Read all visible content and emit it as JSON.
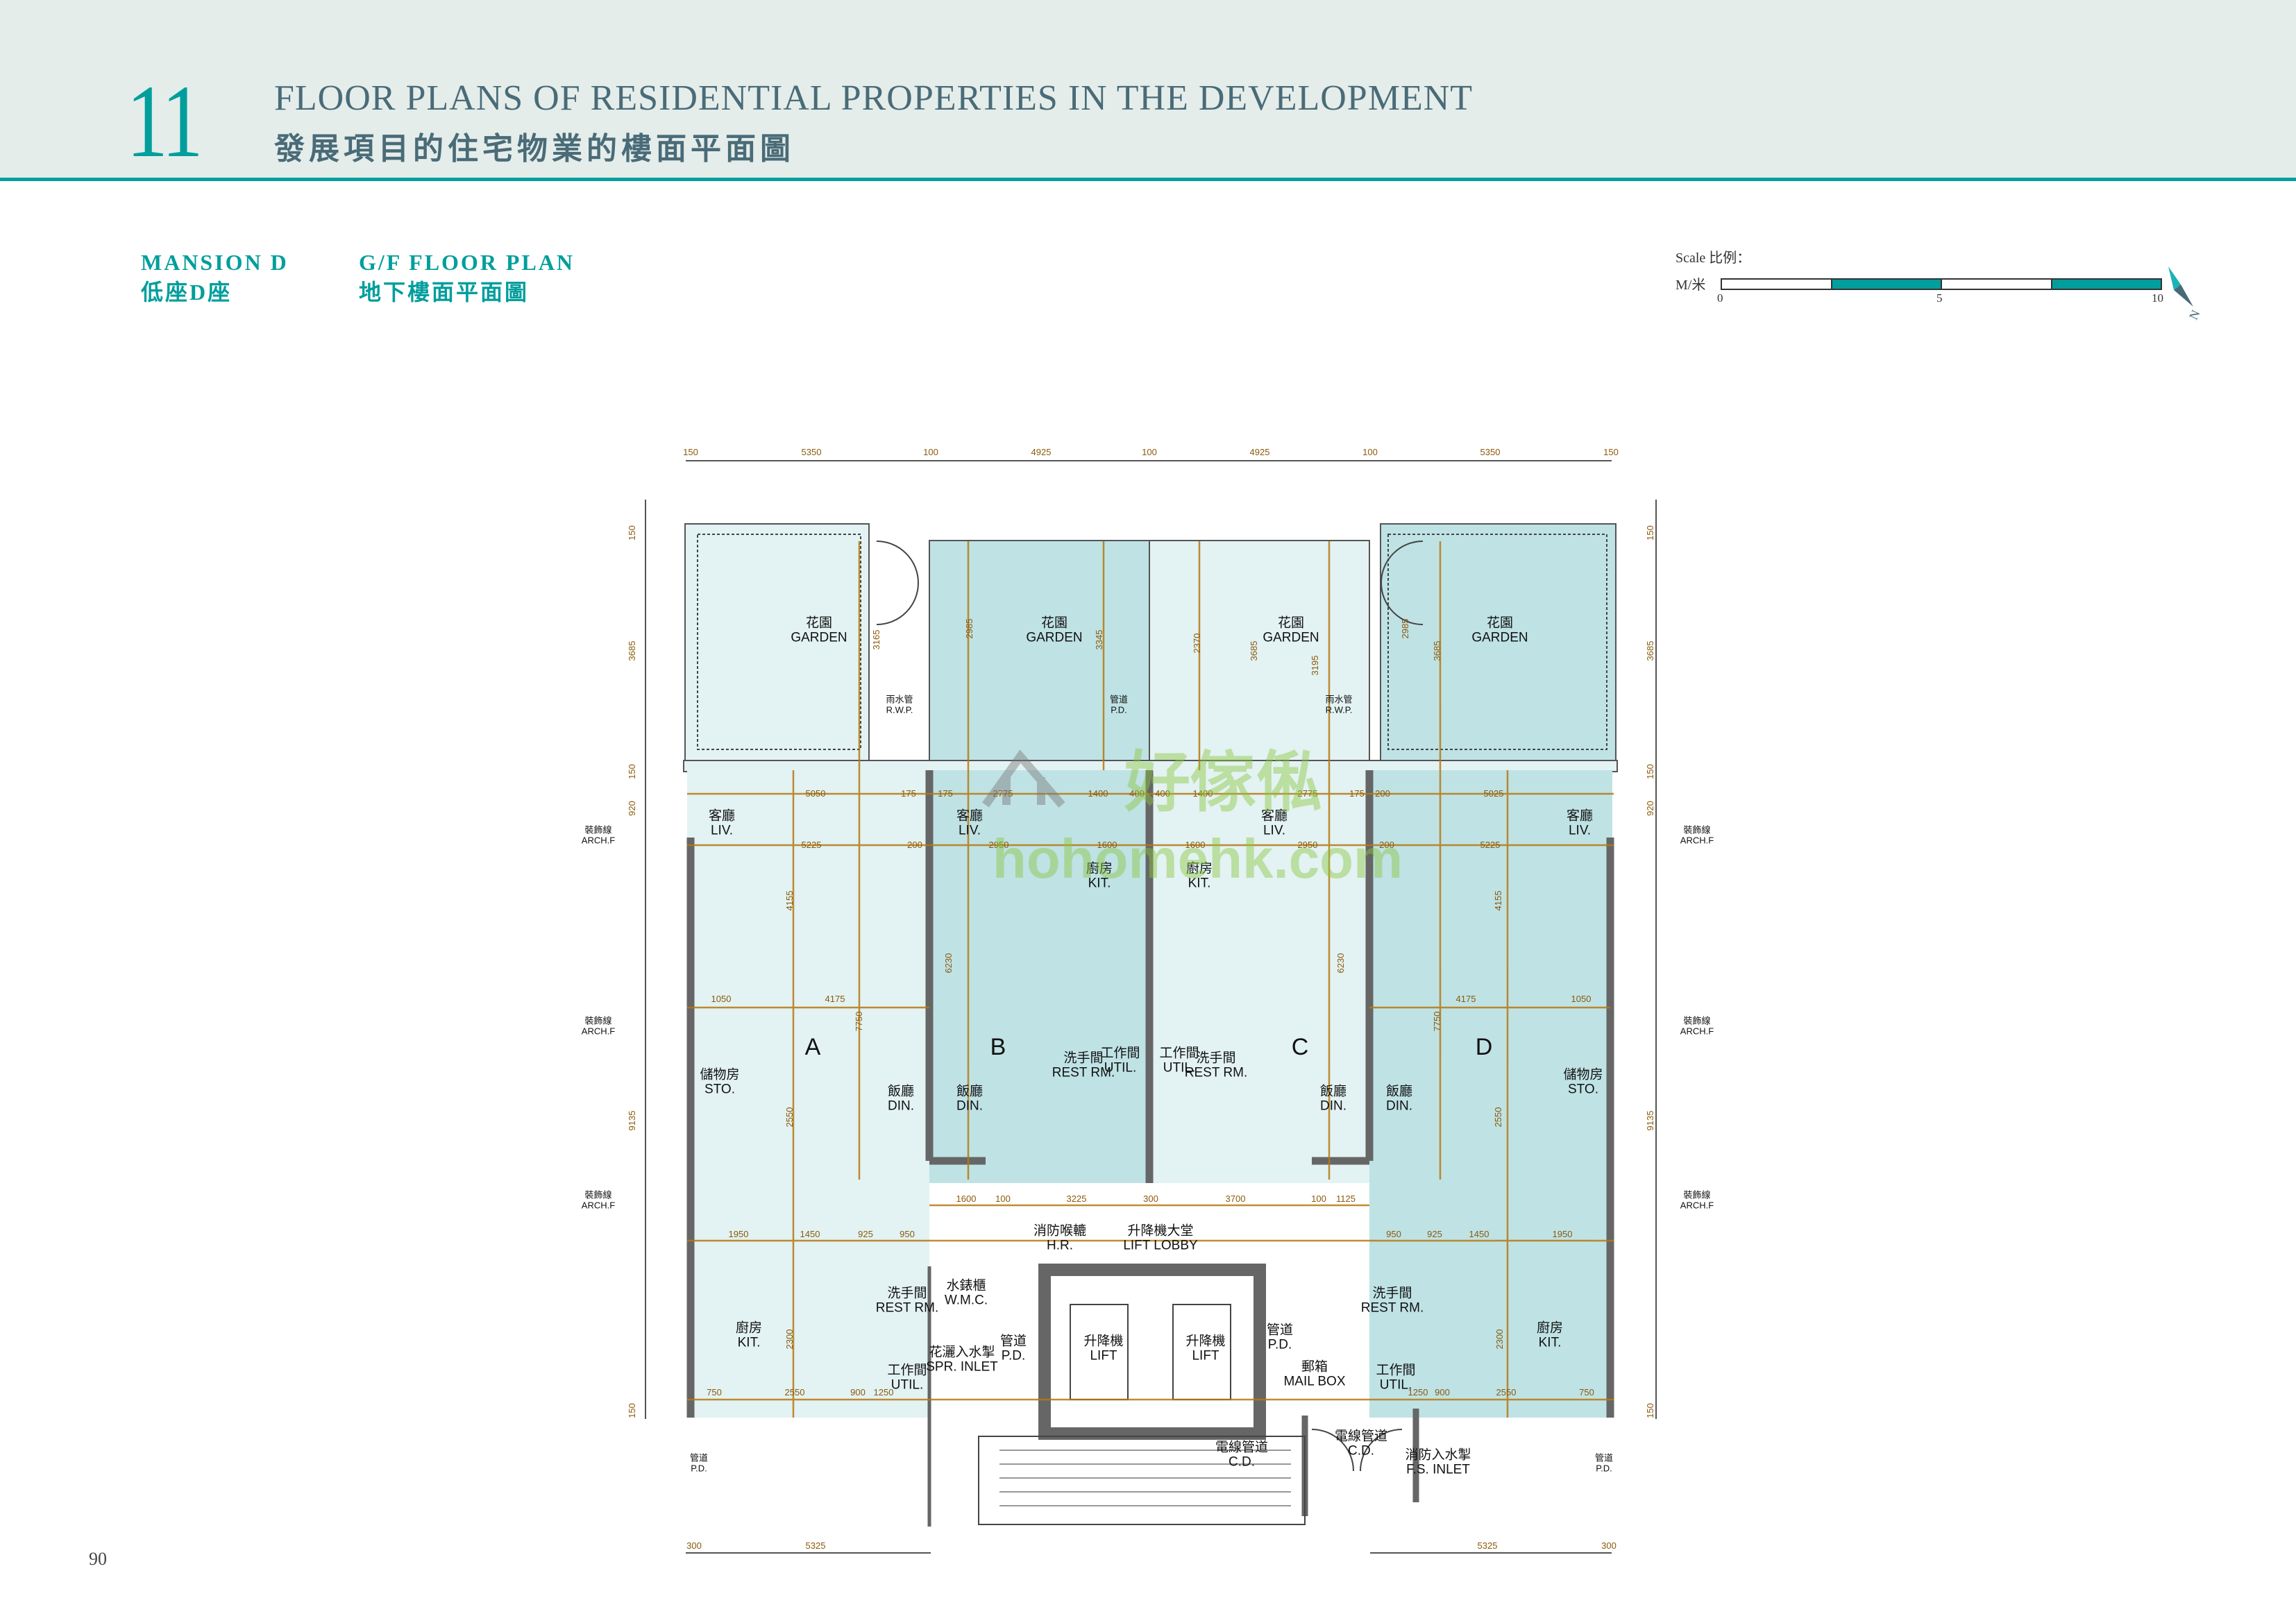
{
  "header": {
    "section_number": "11",
    "title_en": "FLOOR PLANS OF RESIDENTIAL PROPERTIES IN THE DEVELOPMENT",
    "title_zh": "發展項目的住宅物業的樓面平面圖"
  },
  "subheader": {
    "mansion_en": "MANSION D",
    "mansion_zh": "低座D座",
    "plan_en": "G/F FLOOR PLAN",
    "plan_zh": "地下樓面平面圖"
  },
  "scale": {
    "label": "Scale 比例：",
    "unit": "M/米",
    "ticks": [
      "0",
      "5",
      "10"
    ],
    "north": "N"
  },
  "colors": {
    "teal": "#009e9c",
    "title": "#4a6b78",
    "dim": "#b5790f",
    "unit_dark": "#bfe2e5",
    "unit_light": "#e3f2f3"
  },
  "plan": {
    "units": [
      "A",
      "B",
      "C",
      "D"
    ],
    "rooms": [
      {
        "zh": "花園",
        "en": "GARDEN"
      },
      {
        "zh": "花園",
        "en": "GARDEN"
      },
      {
        "zh": "花園",
        "en": "GARDEN"
      },
      {
        "zh": "花園",
        "en": "GARDEN"
      },
      {
        "zh": "客廳",
        "en": "LIV."
      },
      {
        "zh": "客廳",
        "en": "LIV."
      },
      {
        "zh": "客廳",
        "en": "LIV."
      },
      {
        "zh": "客廳",
        "en": "LIV."
      },
      {
        "zh": "廚房",
        "en": "KIT."
      },
      {
        "zh": "廚房",
        "en": "KIT."
      },
      {
        "zh": "飯廳",
        "en": "DIN."
      },
      {
        "zh": "飯廳",
        "en": "DIN."
      },
      {
        "zh": "飯廳",
        "en": "DIN."
      },
      {
        "zh": "飯廳",
        "en": "DIN."
      },
      {
        "zh": "儲物房",
        "en": "STO."
      },
      {
        "zh": "儲物房",
        "en": "STO."
      },
      {
        "zh": "洗手間",
        "en": "REST RM."
      },
      {
        "zh": "洗手間",
        "en": "REST RM."
      },
      {
        "zh": "工作間",
        "en": "UTIL."
      },
      {
        "zh": "工作間",
        "en": "UTIL."
      },
      {
        "zh": "消防喉轆",
        "en": "H.R."
      },
      {
        "zh": "升降機大堂",
        "en": "LIFT LOBBY"
      },
      {
        "zh": "洗手間",
        "en": "REST RM."
      },
      {
        "zh": "洗手間",
        "en": "REST RM."
      },
      {
        "zh": "水錶櫃",
        "en": "W.M.C."
      },
      {
        "zh": "廚房",
        "en": "KIT."
      },
      {
        "zh": "廚房",
        "en": "KIT."
      },
      {
        "zh": "花灑入水掣",
        "en": "SPR. INLET"
      },
      {
        "zh": "管道",
        "en": "P.D."
      },
      {
        "zh": "升降機",
        "en": "LIFT"
      },
      {
        "zh": "升降機",
        "en": "LIFT"
      },
      {
        "zh": "管道",
        "en": "P.D."
      },
      {
        "zh": "郵箱",
        "en": "MAIL BOX"
      },
      {
        "zh": "工作間",
        "en": "UTIL."
      },
      {
        "zh": "工作間",
        "en": "UTIL."
      },
      {
        "zh": "電線管道",
        "en": "C.D."
      },
      {
        "zh": "電線管道",
        "en": "C.D."
      },
      {
        "zh": "消防入水掣",
        "en": "F.S. INLET"
      },
      {
        "zh": "管道",
        "en": "P.D."
      },
      {
        "zh": "管道",
        "en": "P.D."
      },
      {
        "zh": "雨水管",
        "en": "R.W.P."
      },
      {
        "zh": "雨水管",
        "en": "R.W.P."
      },
      {
        "zh": "管道",
        "en": "P.D."
      },
      {
        "zh": "裝飾線",
        "en": "ARCH.F"
      },
      {
        "zh": "裝飾線",
        "en": "ARCH.F"
      },
      {
        "zh": "裝飾線",
        "en": "ARCH.F"
      },
      {
        "zh": "裝飾線",
        "en": "ARCH.F"
      },
      {
        "zh": "裝飾線",
        "en": "ARCH.F"
      },
      {
        "zh": "裝飾線",
        "en": "ARCH.F"
      }
    ],
    "dims_top": [
      "150",
      "5350",
      "100",
      "4925",
      "100",
      "4925",
      "100",
      "5350",
      "150"
    ],
    "dims_bottom": [
      "300",
      "5325",
      "5325",
      "300"
    ],
    "dims_side": [
      "150",
      "3685",
      "150",
      "920",
      "9135",
      "150"
    ],
    "dims_inner": [
      "5050",
      "175",
      "175",
      "2775",
      "1400",
      "400",
      "400",
      "1400",
      "2775",
      "175",
      "200",
      "5025",
      "5225",
      "200",
      "2950",
      "1600",
      "1600",
      "2950",
      "200",
      "5225",
      "1050",
      "4175",
      "4175",
      "1050",
      "1600",
      "100",
      "3225",
      "300",
      "3700",
      "100",
      "1125",
      "1950",
      "1450",
      "925",
      "950",
      "950",
      "925",
      "1450",
      "1950",
      "750",
      "2550",
      "900",
      "1250",
      "1250",
      "900",
      "2550",
      "750",
      "3165",
      "2985",
      "3345",
      "2370",
      "3685",
      "3195",
      "2985",
      "3685",
      "4155",
      "7750",
      "6230",
      "6230",
      "7750",
      "4155",
      "2550",
      "2550",
      "2300",
      "2300"
    ]
  },
  "watermark": {
    "zh": "好傢俬",
    "en": "hohomehk.com"
  },
  "page_number": "90"
}
